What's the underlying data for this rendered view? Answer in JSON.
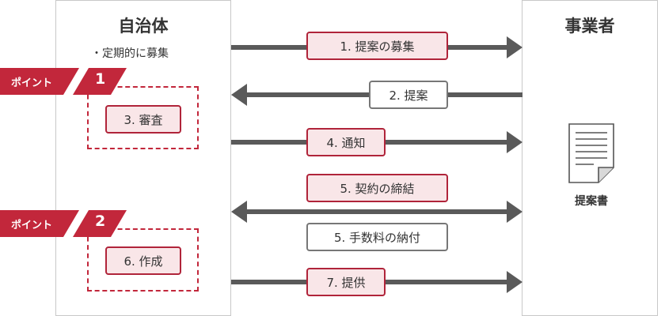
{
  "left_actor": {
    "title": "自治体",
    "note": "・定期的に募集"
  },
  "right_actor": {
    "title": "事業者",
    "document_label": "提案書",
    "document_icon": "document-icon"
  },
  "points": [
    {
      "label": "ポイント",
      "number": "1"
    },
    {
      "label": "ポイント",
      "number": "2"
    }
  ],
  "internal_steps": [
    {
      "label": "3. 審査"
    },
    {
      "label": "6. 作成"
    }
  ],
  "flow_steps": [
    {
      "label": "1. 提案の募集",
      "direction": "right",
      "style": "red"
    },
    {
      "label": "2. 提案",
      "direction": "left",
      "style": "gray"
    },
    {
      "label": "4. 通知",
      "direction": "right",
      "style": "red"
    },
    {
      "label": "5. 契約の締結",
      "direction": "both",
      "style": "red"
    },
    {
      "label": "5. 手数料の納付",
      "direction": "both",
      "style": "gray"
    },
    {
      "label": "7. 提供",
      "direction": "right",
      "style": "red"
    }
  ],
  "colors": {
    "accent_red": "#c2273b",
    "arrow_gray": "#5a5a5a",
    "box_fill": "#f9e6e8",
    "panel_border": "#c8c8c8"
  }
}
